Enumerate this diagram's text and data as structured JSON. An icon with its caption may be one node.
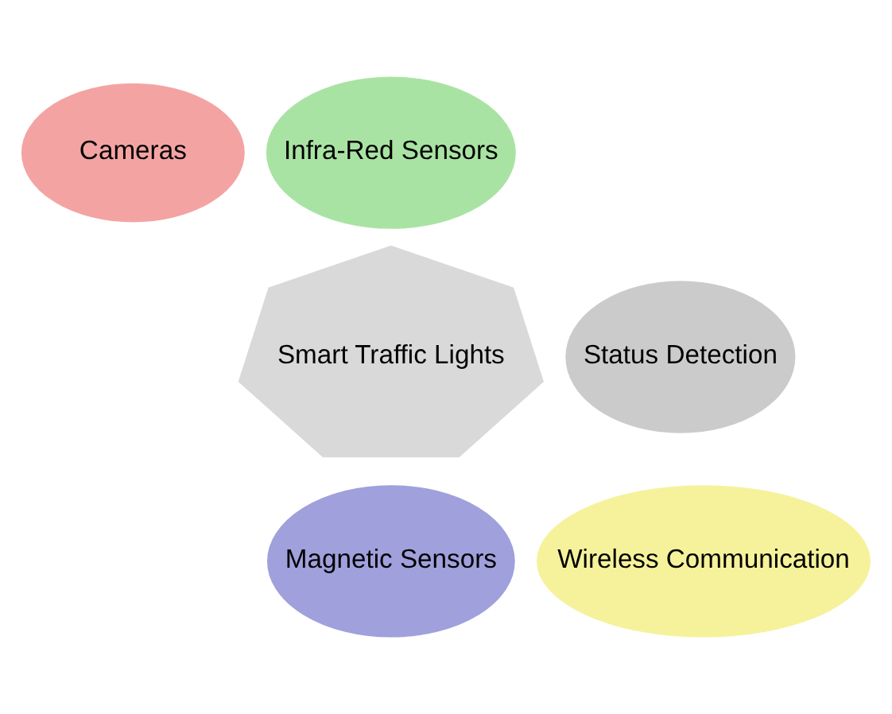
{
  "diagram": {
    "nodes": [
      {
        "text": [
          "Cameras"
        ]
      },
      {
        "text": [
          "Infra-Red Sensors"
        ]
      },
      {
        "text": [
          "Smart Traffic Lights"
        ]
      },
      {
        "text": [
          "Status Detection"
        ]
      },
      {
        "text": [
          "Magnetic Sensors"
        ]
      },
      {
        "text": [
          "Wireless Communication"
        ]
      }
    ]
  }
}
